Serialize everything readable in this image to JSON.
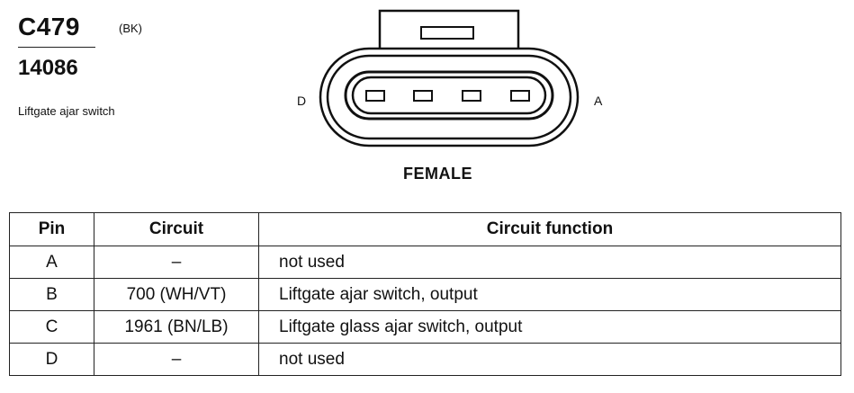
{
  "connector": {
    "id": "C479",
    "color_code": "(BK)",
    "part_number": "14086",
    "description": "Liftgate ajar switch",
    "gender": "FEMALE",
    "end_label_left": "D",
    "end_label_right": "A"
  },
  "table": {
    "headers": [
      "Pin",
      "Circuit",
      "Circuit function"
    ],
    "rows": [
      {
        "pin": "A",
        "circuit": "–",
        "function": "not used"
      },
      {
        "pin": "B",
        "circuit": "700 (WH/VT)",
        "function": "Liftgate ajar switch, output"
      },
      {
        "pin": "C",
        "circuit": "1961 (BN/LB)",
        "function": "Liftgate glass ajar switch, output"
      },
      {
        "pin": "D",
        "circuit": "–",
        "function": "not used"
      }
    ]
  }
}
